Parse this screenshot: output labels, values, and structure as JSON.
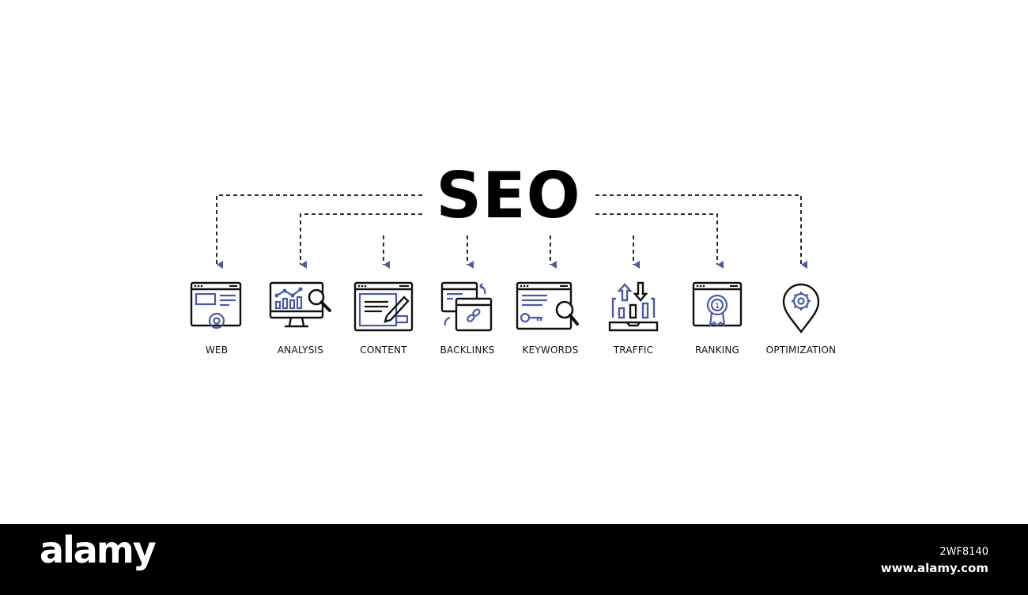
{
  "title": "SEO",
  "colors": {
    "accent": "#4b5aa6",
    "ink": "#111111",
    "footer_bg": "#000000"
  },
  "items": [
    {
      "label": "WEB",
      "icon": "web-settings-icon"
    },
    {
      "label": "ANALYSIS",
      "icon": "analytics-monitor-icon"
    },
    {
      "label": "CONTENT",
      "icon": "content-editing-icon"
    },
    {
      "label": "BACKLINKS",
      "icon": "backlinks-icon"
    },
    {
      "label": "KEYWORDS",
      "icon": "keyword-search-icon"
    },
    {
      "label": "TRAFFIC",
      "icon": "traffic-icon"
    },
    {
      "label": "RANKING",
      "icon": "ranking-badge-icon"
    },
    {
      "label": "OPTIMIZATION",
      "icon": "optimization-pin-icon"
    }
  ],
  "footer": {
    "brand": "alamy",
    "image_id": "2WF8140",
    "url": "www.alamy.com"
  }
}
